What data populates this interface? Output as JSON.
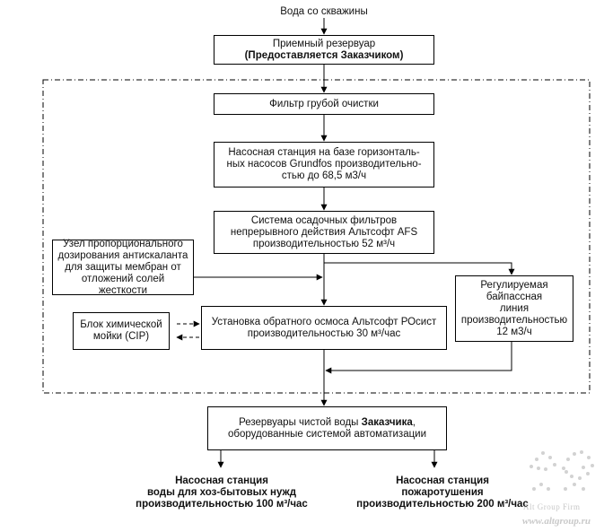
{
  "source": "Вода со скважины",
  "intake_tank": {
    "line1": "Приемный резервуар",
    "line2": "(Предоставляется Заказчиком)"
  },
  "coarse_filter": "Фильтр грубой очистки",
  "pump_station": [
    "Насосная станция на базе горизонталь-",
    "ных насосов Grundfos производительно-",
    "стью до 68,5 м3/ч"
  ],
  "sediment_filters": [
    "Система осадочных фильтров",
    "непрерывного действия Альтсофт AFS",
    "производительностью 52 м³/ч"
  ],
  "antiscalant": [
    "Узел пропорционального",
    "дозирования антискаланта",
    "для защиты мембран  от",
    "отложений солей жесткости"
  ],
  "cip": [
    "Блок химической",
    "мойки (CIP)"
  ],
  "ro_unit": [
    "Установка обратного осмоса Альтсофт РОсист",
    "производительностью 30 м³/час"
  ],
  "bypass": [
    "Регулируемая",
    "байпассная",
    "линия",
    "производительностью",
    "12 м3/ч"
  ],
  "clean_tanks": {
    "line1_prefix": "Резервуары чистой воды ",
    "line1_bold": "Заказчика",
    "line1_suffix": ",",
    "line2": "оборудованные системой автоматизации"
  },
  "outcome_left": [
    "Насосная станция",
    "воды для хоз-бытовых нужд",
    "производительностью 100 м³/час"
  ],
  "outcome_right": [
    "Насосная станция",
    "пожаротушения",
    "производительностью 200 м³/час"
  ],
  "watermark": {
    "brand": "Alt Group Firm",
    "url": "www.altgroup.ru"
  }
}
